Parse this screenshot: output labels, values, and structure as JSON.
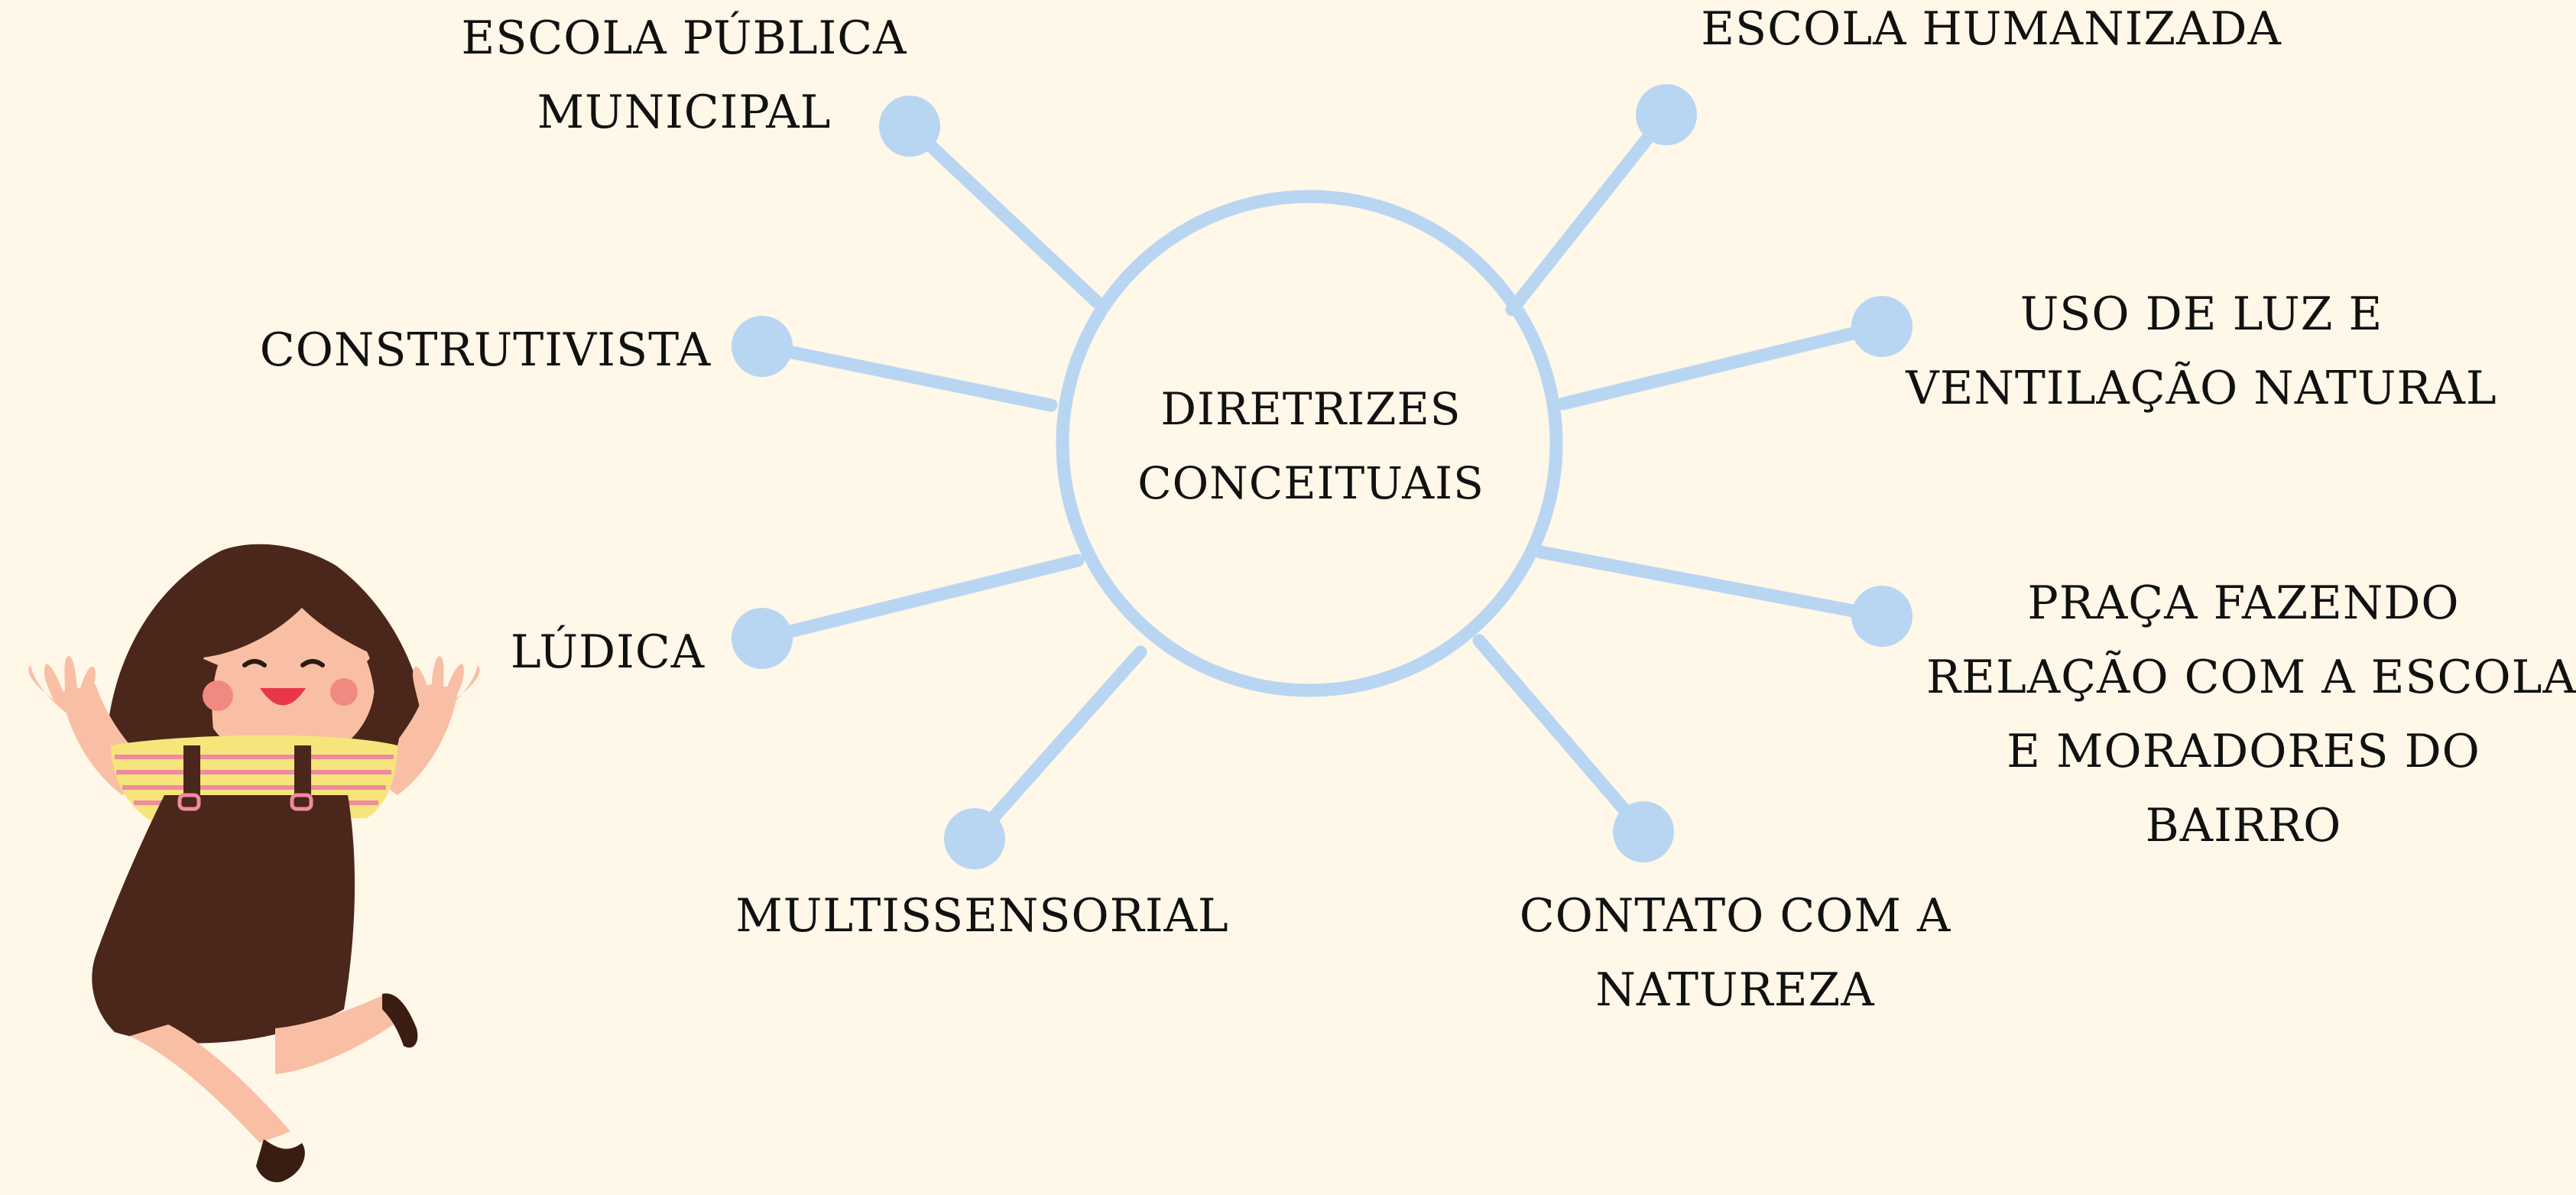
{
  "colors": {
    "background": "#fff7e8",
    "accent": "#b8d6f2",
    "text": "#111111"
  },
  "center": {
    "line1": "DIRETRIZES",
    "line2": "CONCEITUAIS"
  },
  "nodes": [
    {
      "id": "escola-publica",
      "lines": [
        "ESCOLA PÚBLICA",
        "MUNICIPAL"
      ]
    },
    {
      "id": "construtivista",
      "lines": [
        "CONSTRUTIVISTA"
      ]
    },
    {
      "id": "ludica",
      "lines": [
        "LÚDICA"
      ]
    },
    {
      "id": "multissensorial",
      "lines": [
        "MULTISSENSORIAL"
      ]
    },
    {
      "id": "escola-humanizada",
      "lines": [
        "ESCOLA HUMANIZADA"
      ]
    },
    {
      "id": "uso-luz",
      "lines": [
        "USO DE LUZ E",
        "VENTILAÇÃO NATURAL"
      ]
    },
    {
      "id": "praca",
      "lines": [
        "PRAÇA FAZENDO",
        "RELAÇÃO COM A ESCOLA",
        "E MORADORES DO",
        "BAIRRO"
      ]
    },
    {
      "id": "contato-natureza",
      "lines": [
        "CONTATO COM A",
        "NATUREZA"
      ]
    }
  ],
  "illustration": "girl-jumping-illustration"
}
